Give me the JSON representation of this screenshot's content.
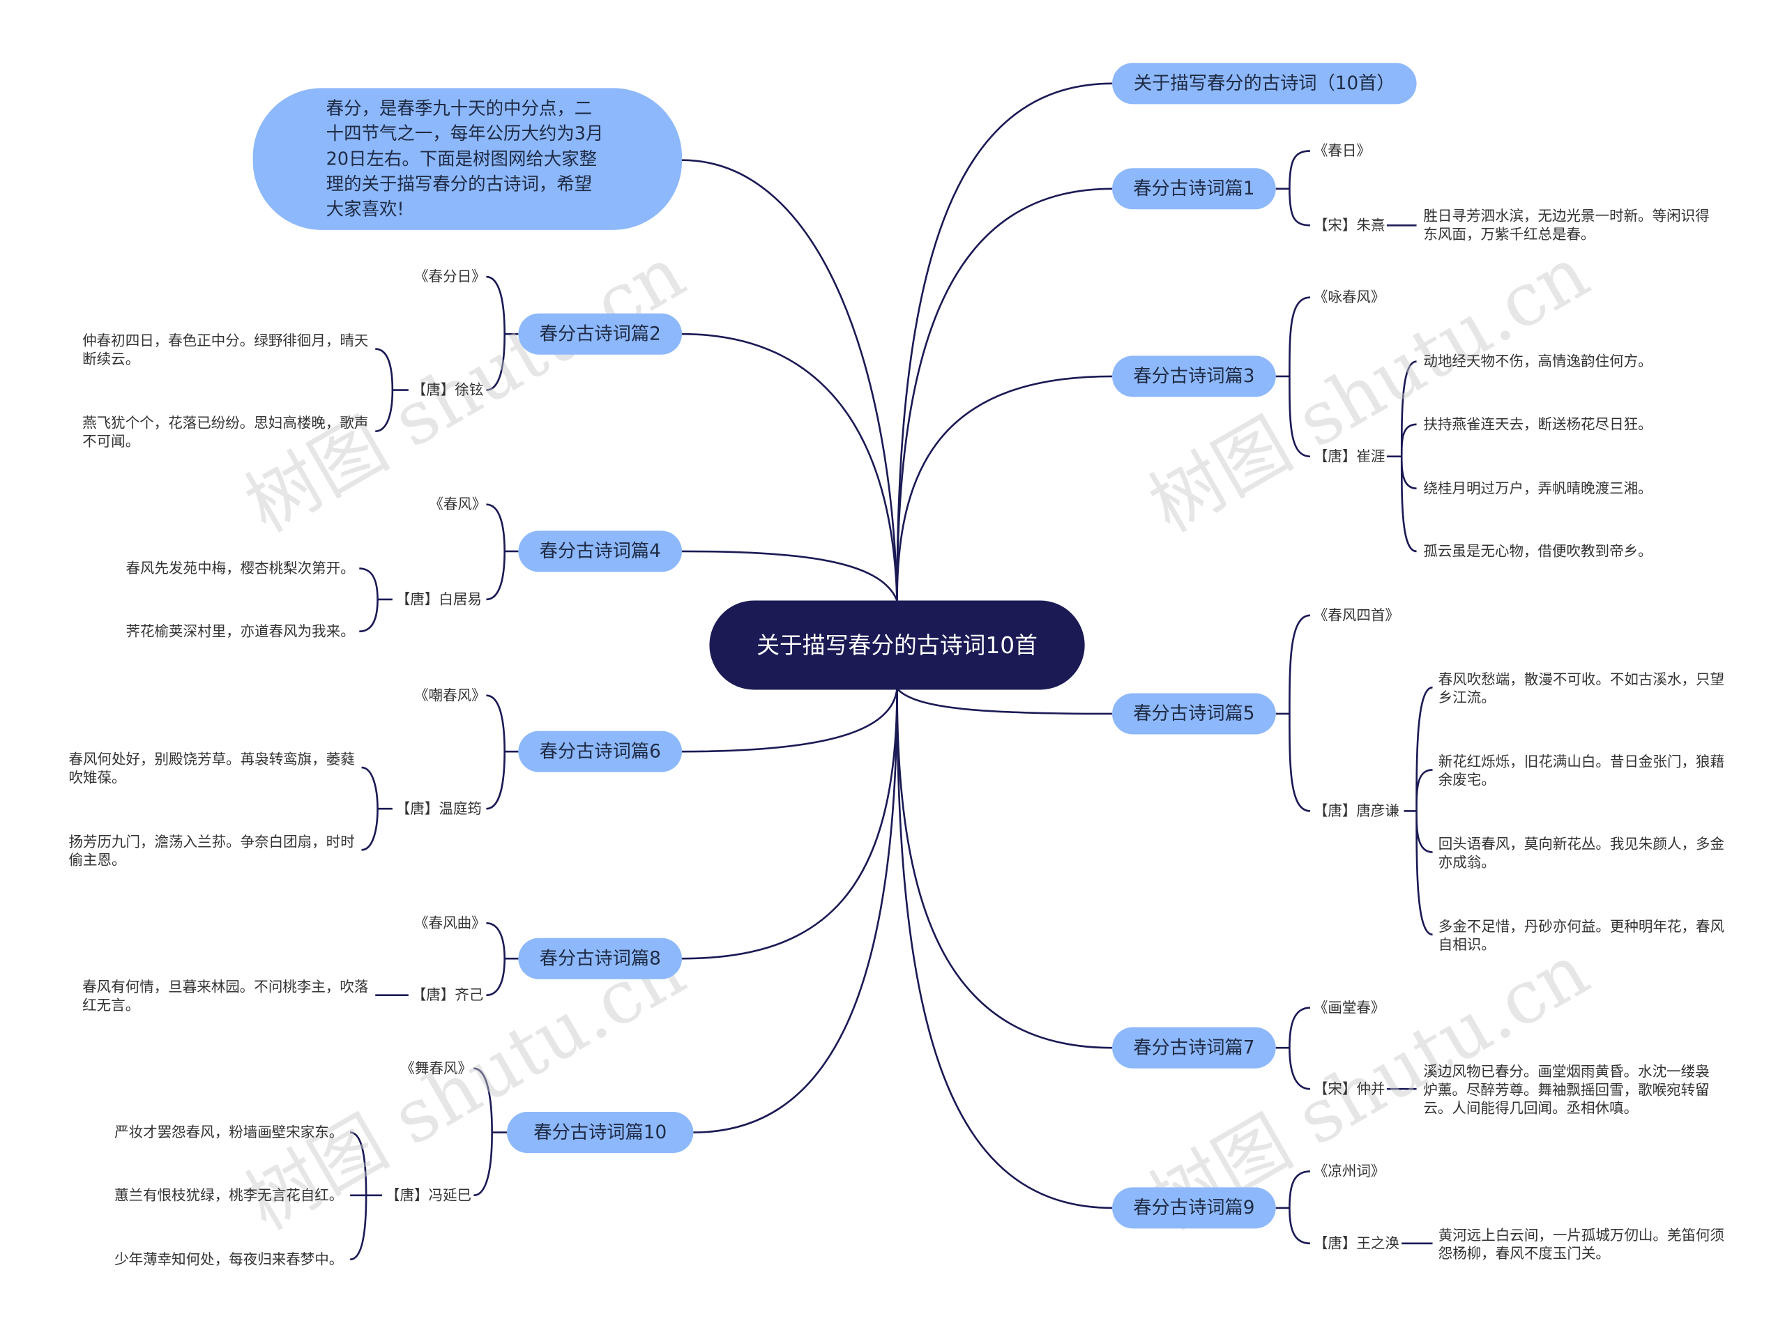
{
  "root": "关于描写春分的古诗词10首",
  "intro": "春分，是春季九十天的中分点，二十四节气之一，每年公历大约为3月20日左右。下面是树图网给大家整理的关于描写春分的古诗词，希望大家喜欢!",
  "watermark": "树图 shutu.cn",
  "colors": {
    "root_bg": "#1b1a55",
    "pill_bg": "#8db8fb",
    "line": "#1b1a55"
  },
  "branches": {
    "title": "关于描写春分的古诗词（10首）",
    "p1": {
      "label": "春分古诗词篇1",
      "title": "《春日》",
      "author": "【宋】朱熹",
      "lines": [
        "胜日寻芳泗水滨，无边光景一时新。等闲识得东风面，万紫千红总是春。"
      ]
    },
    "p2": {
      "label": "春分古诗词篇2",
      "title": "《春分日》",
      "author": "【唐】徐铉",
      "lines": [
        "仲春初四日，春色正中分。绿野徘徊月，晴天断续云。",
        "燕飞犹个个，花落已纷纷。思妇高楼晚，歌声不可闻。"
      ]
    },
    "p3": {
      "label": "春分古诗词篇3",
      "title": "《咏春风》",
      "author": "【唐】崔涯",
      "lines": [
        "动地经天物不伤，高情逸韵住何方。",
        "扶持燕雀连天去，断送杨花尽日狂。",
        "绕桂月明过万户，弄帆晴晚渡三湘。",
        "孤云虽是无心物，借便吹教到帝乡。"
      ]
    },
    "p4": {
      "label": "春分古诗词篇4",
      "title": "《春风》",
      "author": "【唐】白居易",
      "lines": [
        "春风先发苑中梅，樱杏桃梨次第开。",
        "荠花榆荚深村里，亦道春风为我来。"
      ]
    },
    "p5": {
      "label": "春分古诗词篇5",
      "title": "《春风四首》",
      "author": "【唐】唐彦谦",
      "lines": [
        "春风吹愁端，散漫不可收。不如古溪水，只望乡江流。",
        "新花红烁烁，旧花满山白。昔日金张门，狼藉余废宅。",
        "回头语春风，莫向新花丛。我见朱颜人，多金亦成翁。",
        "多金不足惜，丹砂亦何益。更种明年花，春风自相识。"
      ]
    },
    "p6": {
      "label": "春分古诗词篇6",
      "title": "《嘲春风》",
      "author": "【唐】温庭筠",
      "lines": [
        "春风何处好，别殿饶芳草。苒袅转鸾旗，萎蕤吹雉葆。",
        "扬芳历九门，澹荡入兰荪。争奈白团扇，时时偷主恩。"
      ]
    },
    "p7": {
      "label": "春分古诗词篇7",
      "title": "《画堂春》",
      "author": "【宋】仲并",
      "lines": [
        "溪边风物已春分。画堂烟雨黄昏。水沈一缕袅炉薰。尽醉芳尊。舞袖飘摇回雪，歌喉宛转留云。人间能得几回闻。丞相休嗔。"
      ]
    },
    "p8": {
      "label": "春分古诗词篇8",
      "title": "《春风曲》",
      "author": "【唐】齐己",
      "lines": [
        "春风有何情，旦暮来林园。不问桃李主，吹落红无言。"
      ]
    },
    "p9": {
      "label": "春分古诗词篇9",
      "title": "《凉州词》",
      "author": "【唐】王之涣",
      "lines": [
        "黄河远上白云间，一片孤城万仞山。羌笛何须怨杨柳，春风不度玉门关。"
      ]
    },
    "p10": {
      "label": "春分古诗词篇10",
      "title": "《舞春风》",
      "author": "【唐】冯延巳",
      "lines": [
        "严妆才罢怨春风，粉墙画壁宋家东。",
        "蕙兰有恨枝犹绿，桃李无言花自红。",
        "少年薄幸知何处，每夜归来春梦中。"
      ]
    }
  }
}
